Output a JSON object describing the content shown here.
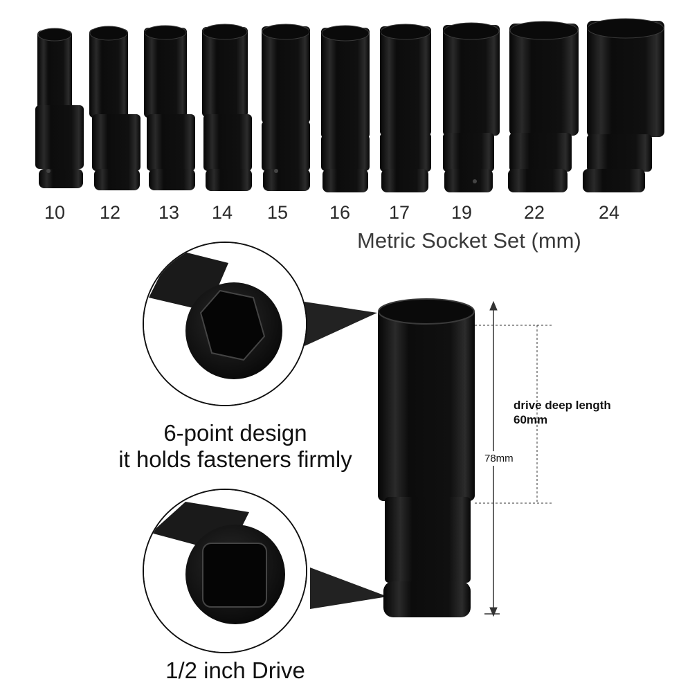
{
  "socket_set": {
    "sizes": [
      "10",
      "12",
      "13",
      "14",
      "15",
      "16",
      "17",
      "19",
      "22",
      "24"
    ],
    "title": "Metric Socket Set (mm)"
  },
  "features": {
    "point_design_line1": "6-point design",
    "point_design_line2": "it holds fasteners firmly",
    "drive_label": "1/2 inch Drive"
  },
  "dimensions": {
    "deep_length_label": "drive deep length",
    "deep_length_value": "60mm",
    "total_length": "78mm"
  },
  "colors": {
    "socket_body": "#151515",
    "background": "#ffffff",
    "text": "#2b2b2b"
  }
}
